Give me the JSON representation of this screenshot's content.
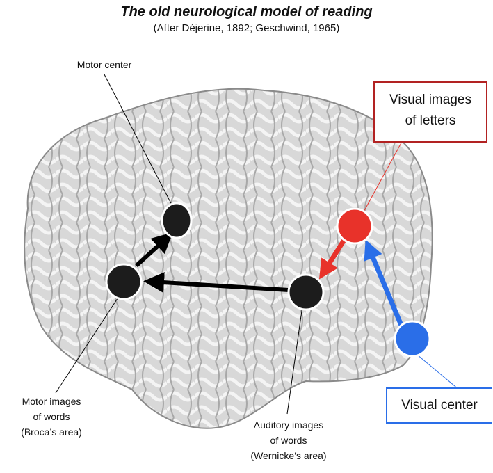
{
  "title": "The old neurological model of reading",
  "subtitle": "(After Déjerine, 1892; Geschwind, 1965)",
  "labels": {
    "motor_center": "Motor center",
    "visual_images_line1": "Visual images",
    "visual_images_line2": "of letters",
    "visual_center": "Visual center",
    "motor_images_line1": "Motor images",
    "motor_images_line2": "of words",
    "motor_images_line3": "(Broca’s area)",
    "auditory_images_line1": "Auditory images",
    "auditory_images_line2": "of words",
    "auditory_images_line3": "(Wernicke’s area)"
  },
  "colors": {
    "red": "#e8322a",
    "blue": "#2a6ee8",
    "node_dark": "#1c1c1c",
    "box_red_border": "#b22222",
    "box_blue_border": "#2a6ee8"
  }
}
